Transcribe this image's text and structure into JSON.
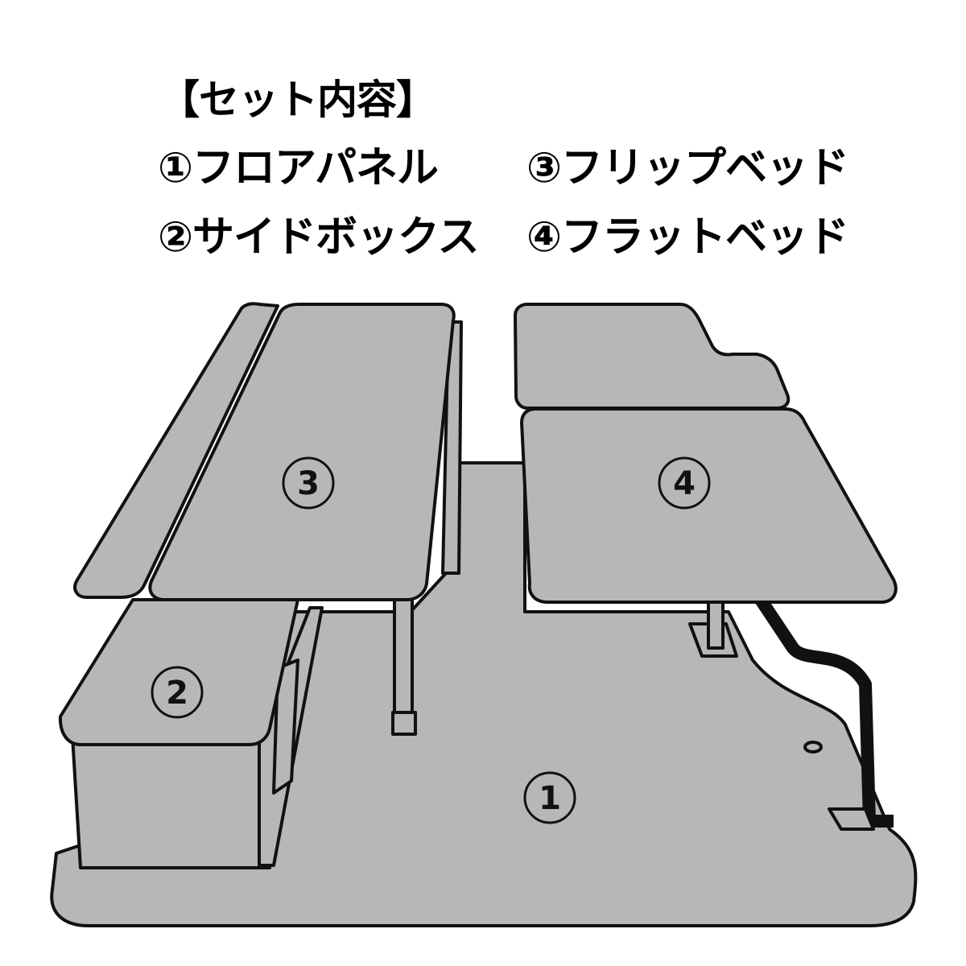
{
  "heading": "【セット内容】",
  "items": [
    {
      "label": "①フロアパネル"
    },
    {
      "label": "②サイドボックス"
    },
    {
      "label": "③フリップベッド"
    },
    {
      "label": "④フラットベッド"
    }
  ],
  "markers": {
    "floor": "1",
    "side_box": "2",
    "flip_bed": "3",
    "flat_bed": "4"
  },
  "colors": {
    "panel_fill": "#b8b6b9",
    "outline": "#111111",
    "background": "#ffffff"
  }
}
